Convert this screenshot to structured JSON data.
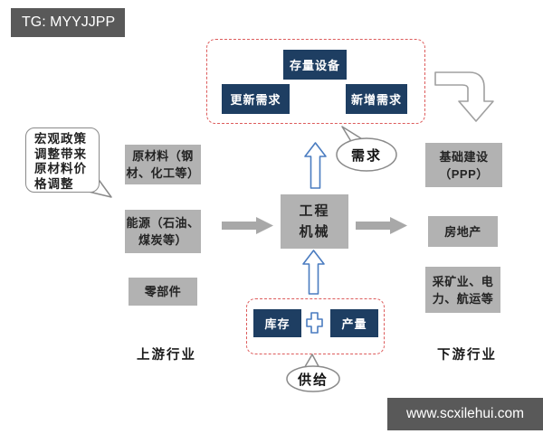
{
  "badge": {
    "text": "TG: MYYJJPP"
  },
  "note_bubble": {
    "text": "宏观政策\n调整带来\n原材料价\n格调整"
  },
  "demand_section": {
    "bubble_label": "需求",
    "boxes": {
      "stock": "存量设备",
      "renewal": "更新需求",
      "new": "新增需求"
    }
  },
  "supply_section": {
    "bubble_label": "供给",
    "boxes": {
      "inventory": "库存",
      "output": "产量"
    }
  },
  "center_box": {
    "label": "工程\n机械"
  },
  "upstream": {
    "title": "上游行业",
    "items": [
      "原材料（钢\n材、化工等）",
      "能源（石油、\n煤炭等）",
      "零部件"
    ]
  },
  "downstream": {
    "title": "下游行业",
    "items": [
      "基础建设\n（PPP）",
      "房地产",
      "采矿业、电\n力、航运等"
    ]
  },
  "watermark": {
    "text": "www.scxilehui.com"
  },
  "colors": {
    "navy": "#1e3e62",
    "red_dashed": "#dd5c5c",
    "gray_box": "#b2b2b2",
    "arrow_gray": "#a8a8a8",
    "blue_arrow": "#4a7cc0",
    "elbow_gray": "#a0a0a0",
    "bubble_border": "#8a8a8a",
    "badge_bg": "#595959"
  }
}
